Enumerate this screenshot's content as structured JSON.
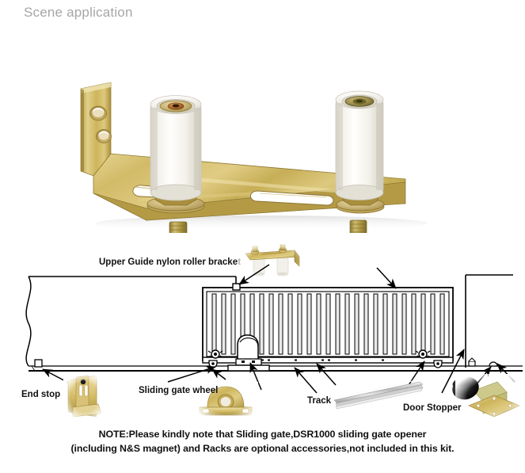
{
  "page": {
    "title": "Scene application",
    "background_color": "#ffffff",
    "title_color": "#a6a6a6"
  },
  "hero": {
    "product_name": "upper-guide-nylon-roller-bracket",
    "description": "Yellow zinc plated L-shaped steel bracket with two white nylon guide rollers",
    "colors": {
      "zinc_yellow": "#cdb44a",
      "zinc_yellow_light": "#e8d78f",
      "zinc_yellow_dark": "#9d8530",
      "nylon_white": "#f4f3ef",
      "nylon_shadow": "#d8d6cd"
    },
    "roller_count": 2
  },
  "diagram": {
    "name": "sliding-gate-scene-diagram",
    "labels": [
      {
        "id": "upper-guide-nylon-roller-bracket",
        "text": "Upper Guide nylon roller bracket"
      },
      {
        "id": "end-stop",
        "text": "End stop"
      },
      {
        "id": "sliding-gate-wheel",
        "text": "Sliding gate wheel"
      },
      {
        "id": "track",
        "text": "Track"
      },
      {
        "id": "door-stopper",
        "text": "Door Stopper"
      }
    ],
    "gate": {
      "bar_count": 24,
      "has_opener_motor": true,
      "has_rack": true,
      "wheel_count": 2
    },
    "line_color": "#000000",
    "fill_color": "#ffffff"
  },
  "note": {
    "line1": "NOTE:Please kindly note that Sliding gate,DSR1000 sliding gate opener",
    "line2": "(including N&S magnet) and Racks are optional accessories,not included in this kit."
  }
}
